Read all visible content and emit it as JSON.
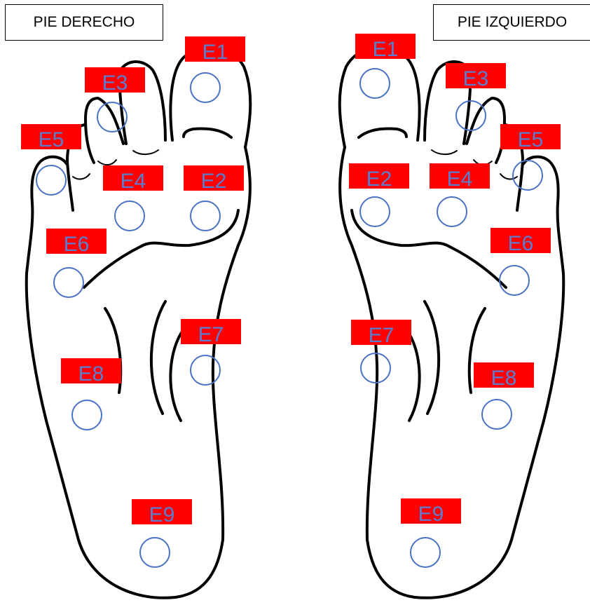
{
  "feet": [
    {
      "title": "PIE DERECHO",
      "points": [
        {
          "label": "E1"
        },
        {
          "label": "E2"
        },
        {
          "label": "E3"
        },
        {
          "label": "E4"
        },
        {
          "label": "E5"
        },
        {
          "label": "E6"
        },
        {
          "label": "E7"
        },
        {
          "label": "E8"
        },
        {
          "label": "E9"
        }
      ]
    },
    {
      "title": "PIE IZQUIERDO",
      "points": [
        {
          "label": "E1"
        },
        {
          "label": "E2"
        },
        {
          "label": "E3"
        },
        {
          "label": "E4"
        },
        {
          "label": "E5"
        },
        {
          "label": "E6"
        },
        {
          "label": "E7"
        },
        {
          "label": "E8"
        },
        {
          "label": "E9"
        }
      ]
    }
  ],
  "colors": {
    "label_fill": "#ff0000",
    "label_text": "#5a7ecf",
    "circle_stroke": "#4a72c4",
    "outline": "#000000"
  }
}
